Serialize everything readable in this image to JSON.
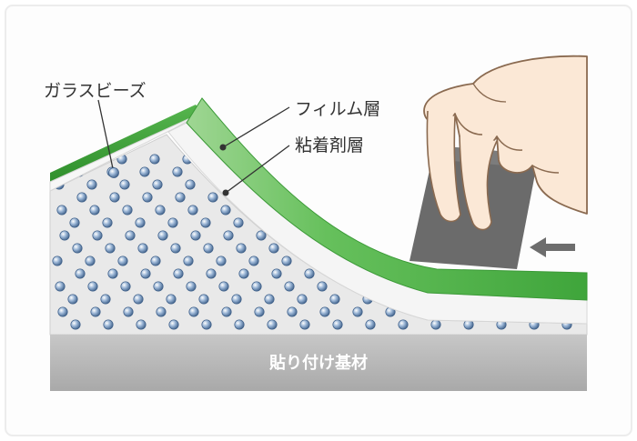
{
  "labels": {
    "glass_beads": "ガラスビーズ",
    "film_layer": "フィルム層",
    "adhesive_layer": "粘着剤層",
    "substrate": "貼り付け基材"
  },
  "colors": {
    "film_green": "#4fb24a",
    "film_green_light": "#a9db9f",
    "adhesive": "#f4f4f4",
    "bead_layer": "#e9e9e9",
    "bead": "#6e90b8",
    "substrate": "#b4b4b4",
    "squeegee": "#6a6a6a",
    "hand": "#fbe8d6",
    "arrow": "#6d6d6d"
  },
  "icons": {
    "hand": "hand-icon",
    "squeegee": "squeegee-icon",
    "direction_arrow": "arrow-left-icon"
  }
}
